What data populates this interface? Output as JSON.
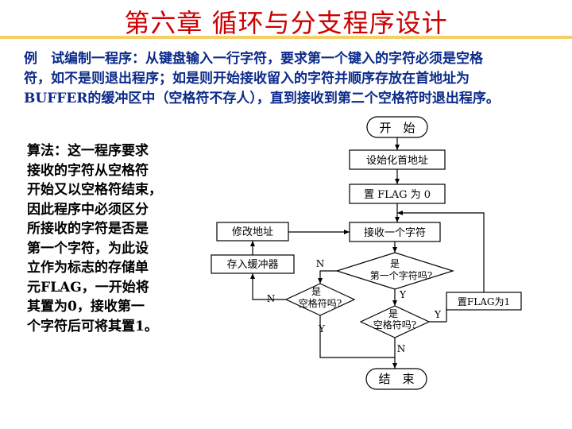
{
  "title": "第六章 循环与分支程序设计",
  "problem_lines": [
    "例　试编制一程序：从键盘输入一行字符，要求第一个键入的字符必须是空格",
    "符，如不是则退出程序；如是则开始接收留入的字符并顺序存放在首地址为",
    "BUFFER的缓冲区中（空格符不存人），直到接收到第二个空格符时退出程序。"
  ],
  "algorithm_lines": [
    "算法：这一程序要求",
    "接收的字符从空格符",
    "开始又以空格符结束，",
    "因此程序中必须区分",
    "所接收的字符是否是",
    "第一个字符，为此设",
    "立作为标志的存储单",
    "元FLAG，一开始将",
    "其置为0，接收第一",
    "个字符后可将其置1。"
  ],
  "flowchart": {
    "start": "开　始",
    "init_addr": "设始化首地址",
    "set_flag0": "置 FLAG 为 0",
    "receive": "接收一个字符",
    "modify_addr": "修改地址",
    "store": "存入缓冲器",
    "first_char_q": [
      "是",
      "第一个字符吗?"
    ],
    "space_q_left": [
      "是",
      "空格符吗?"
    ],
    "space_q_bottom": [
      "是",
      "空格符吗?"
    ],
    "set_flag1": "置FLAG为1",
    "end": "结　束",
    "labels": {
      "N": "N",
      "Y": "Y"
    }
  },
  "colors": {
    "title": "#cc0000",
    "problem_text": "#0b2a8a",
    "rule": "#f5d06a"
  }
}
